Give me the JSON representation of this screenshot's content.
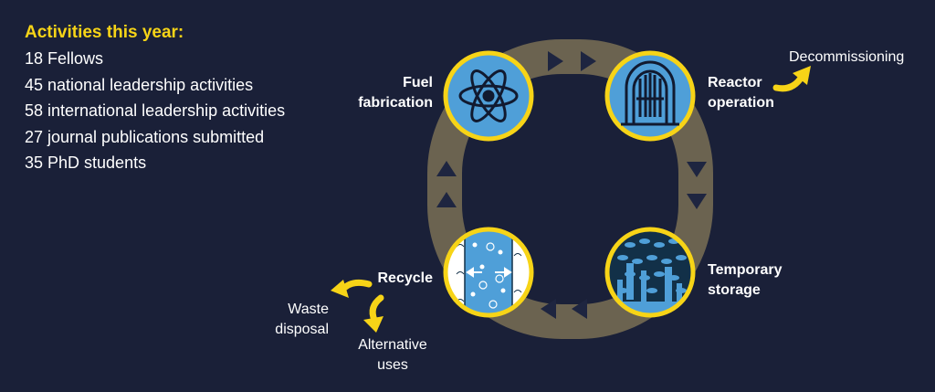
{
  "stats": {
    "title": "Activities this year:",
    "items": [
      "18 Fellows",
      "45 national leadership activities",
      "58 international leadership activities",
      "27 journal publications submitted",
      "35 PhD students"
    ]
  },
  "cycle": {
    "fuel_line1": "Fuel",
    "fuel_line2": "fabrication",
    "reactor_line1": "Reactor",
    "reactor_line2": "operation",
    "storage_line1": "Temporary",
    "storage_line2": "storage",
    "recycle": "Recycle",
    "decommissioning": "Decommissioning",
    "waste_line1": "Waste",
    "waste_line2": "disposal",
    "alt_line1": "Alternative",
    "alt_line2": "uses"
  },
  "colors": {
    "background": "#1a2038",
    "accent_yellow": "#f7d417",
    "ring": "#6b6350",
    "node_fill": "#4f9fd8",
    "arrow": "#1e2540"
  },
  "icons": [
    "atom-icon",
    "reactor-icon",
    "storage-pool-icon",
    "recycle-icon",
    "curved-arrow-icon"
  ]
}
